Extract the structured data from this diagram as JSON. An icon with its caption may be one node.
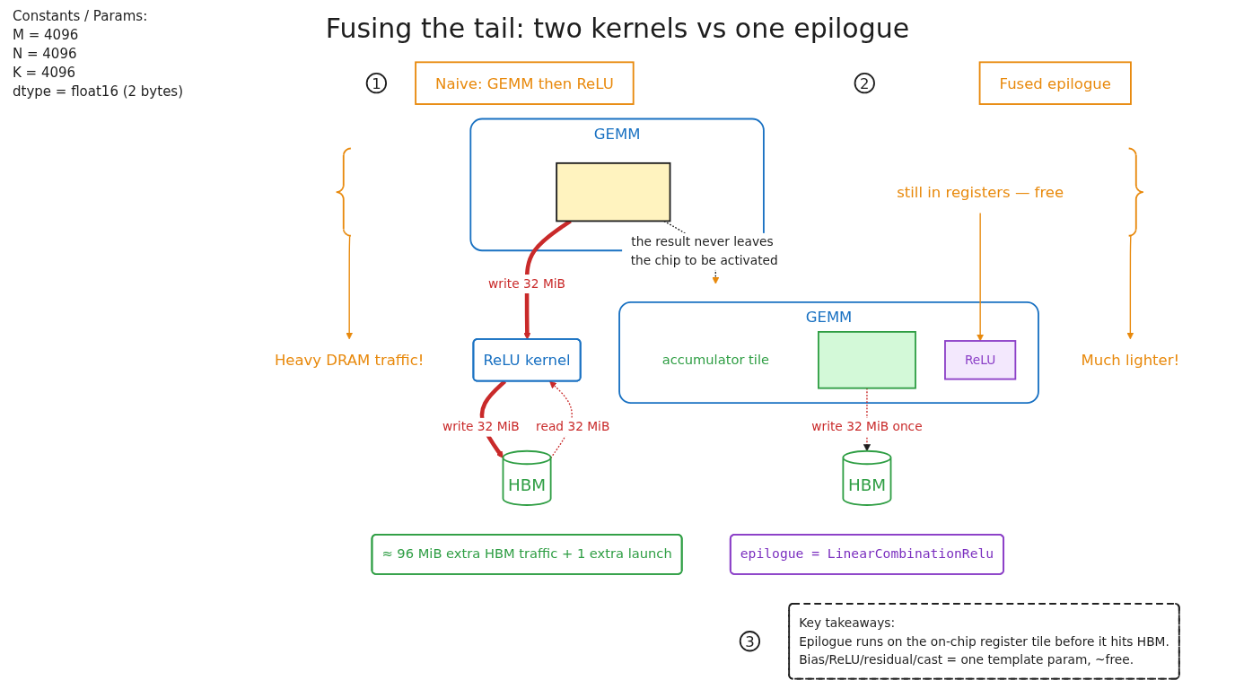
{
  "diagram": {
    "title": "Fusing the tail: two kernels vs one epilogue",
    "nodes": [
      {
        "text": [
          "1"
        ]
      },
      {
        "text": [
          "Naive: GEMM then ReLU"
        ]
      },
      {
        "text": [
          "GEMM"
        ]
      },
      {
        "text": [],
        "shape": "box",
        "in": 2
      },
      {
        "text": [
          "ReLU kernel"
        ]
      },
      {
        "text": [
          "HBM"
        ]
      },
      {
        "text": [
          "≈ 96 MiB extra HBM traffic + 1 extra launch"
        ]
      },
      {
        "text": [
          "Heavy DRAM traffic!"
        ]
      },
      {
        "text": [
          "2"
        ]
      },
      {
        "text": [
          "Fused epilogue"
        ]
      },
      {
        "text": [
          "GEMM"
        ]
      },
      {
        "text": [
          "ReLU"
        ],
        "in": 10
      },
      {
        "text": [],
        "shape": "box",
        "in": 10,
        "beside": [
          "accumulator tile"
        ]
      },
      {
        "text": [
          "still in registers — free"
        ]
      },
      {
        "text": [
          "HBM"
        ]
      },
      {
        "text": [
          "epilogue = LinearCombinationRelu"
        ]
      },
      {
        "text": [
          "Much lighter!"
        ]
      },
      {
        "text": [
          "3"
        ]
      },
      {
        "text": [
          "Key takeaways:",
          "Epilogue runs on the on-chip register tile before it hits HBM.",
          "Bias/ReLU/residual/cast = one template param, ~free."
        ]
      }
    ],
    "edges": [
      {
        "from": 3,
        "to": 4,
        "arrow": "to",
        "label": "write 32 MiB",
        "style": "thick"
      },
      {
        "from": 4,
        "to": 5,
        "arrow": "to",
        "label": "write 32 MiB",
        "style": "thick"
      },
      {
        "from": 5,
        "to": 4,
        "arrow": "to",
        "label": "read 32 MiB",
        "style": "dashed"
      },
      {
        "from": 3,
        "to": 10,
        "arrow": "to",
        "label": "the result never leaves the chip to be activated",
        "style": "dashed",
        "color": "#1e1e1e"
      },
      {
        "from": 12,
        "to": 14,
        "arrow": "to",
        "label": "write 32 MiB once",
        "style": "dashed"
      },
      {
        "from": 13,
        "to": 11,
        "arrow": "to",
        "color": "#e8890c"
      },
      {
        "from": null,
        "to": 7,
        "arrow": "to",
        "color": "#e8890c"
      },
      {
        "from": null,
        "to": 16,
        "arrow": "to",
        "color": "#e8890c"
      }
    ],
    "labels": [
      "Constants / Params:",
      "M = 4096",
      "N = 4096",
      "K = 4096",
      "dtype = float16 (2 bytes)"
    ]
  }
}
